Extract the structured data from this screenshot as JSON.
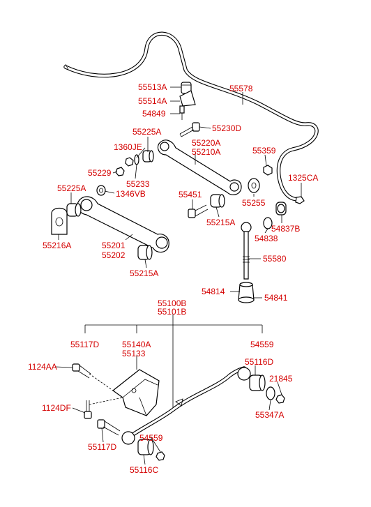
{
  "colors": {
    "label": "#d40000",
    "line": "#000000",
    "background": "#ffffff"
  },
  "labels": {
    "l55513A": "55513A",
    "l55578": "55578",
    "l55514A": "55514A",
    "l54849": "54849",
    "l55225A_top": "55225A",
    "l55230D": "55230D",
    "l1360JE": "1360JE",
    "l55220A": "55220A",
    "l55210A": "55210A",
    "l55359": "55359",
    "l55229": "55229",
    "l55233": "55233",
    "l1325CA": "1325CA",
    "l1346VB": "1346VB",
    "l55225A_left": "55225A",
    "l55451": "55451",
    "l55255": "55255",
    "l54837B": "54837B",
    "l55215A_mid": "55215A",
    "l54838": "54838",
    "l55216A": "55216A",
    "l55201": "55201",
    "l55202": "55202",
    "l55580": "55580",
    "l55215A_low": "55215A",
    "l54814": "54814",
    "l54841": "54841",
    "l55100B": "55100B",
    "l55101B": "55101B",
    "l55117D_top": "55117D",
    "l55140A": "55140A",
    "l55133": "55133",
    "l54559_top": "54559",
    "l55116D": "55116D",
    "l1124AA": "1124AA",
    "l21845": "21845",
    "l55347A": "55347A",
    "l1124DF": "1124DF",
    "l54559_low": "54559",
    "l55117D_low": "55117D",
    "l55116C": "55116C"
  }
}
